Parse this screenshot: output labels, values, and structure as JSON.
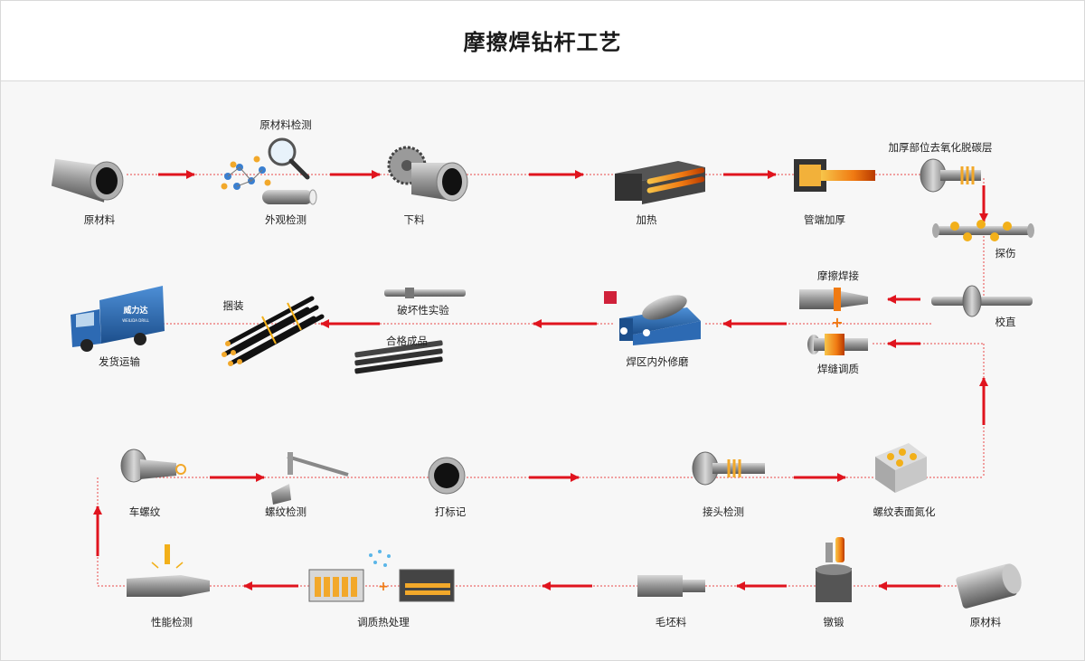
{
  "title": "摩擦焊钻杆工艺",
  "colors": {
    "flow_red": "#e0141e",
    "dotted_line": "#e84a4a",
    "pipe_gray": "#8c8c8c",
    "heat_orange": "#f07a12",
    "truck_blue": "#2f6fb0"
  },
  "steps": {
    "s1": "原材料",
    "s2a": "原材料检测",
    "s2b": "外观检测",
    "s3": "下料",
    "s4": "加热",
    "s5": "管端加厚",
    "s6": "加厚部位去氧化脱碳层",
    "s7": "探伤",
    "s8": "校直",
    "s9a": "摩擦焊接",
    "s9b": "焊缝调质",
    "s10": "焊区内外修磨",
    "s11a": "破坏性实验",
    "s11b": "合格成品",
    "s12": "捆装",
    "s13": "发货运输",
    "t1": "车螺纹",
    "t2": "螺纹检测",
    "t3": "打标记",
    "t4": "接头检测",
    "t5": "螺纹表面氮化",
    "b1": "性能检测",
    "b2": "调质热处理",
    "b3": "毛坯料",
    "b4": "镦锻",
    "b5": "原材料"
  },
  "truck_brand": "威力达",
  "truck_brand_sub": "WEILIDA DRILL",
  "plus_sign": "+"
}
